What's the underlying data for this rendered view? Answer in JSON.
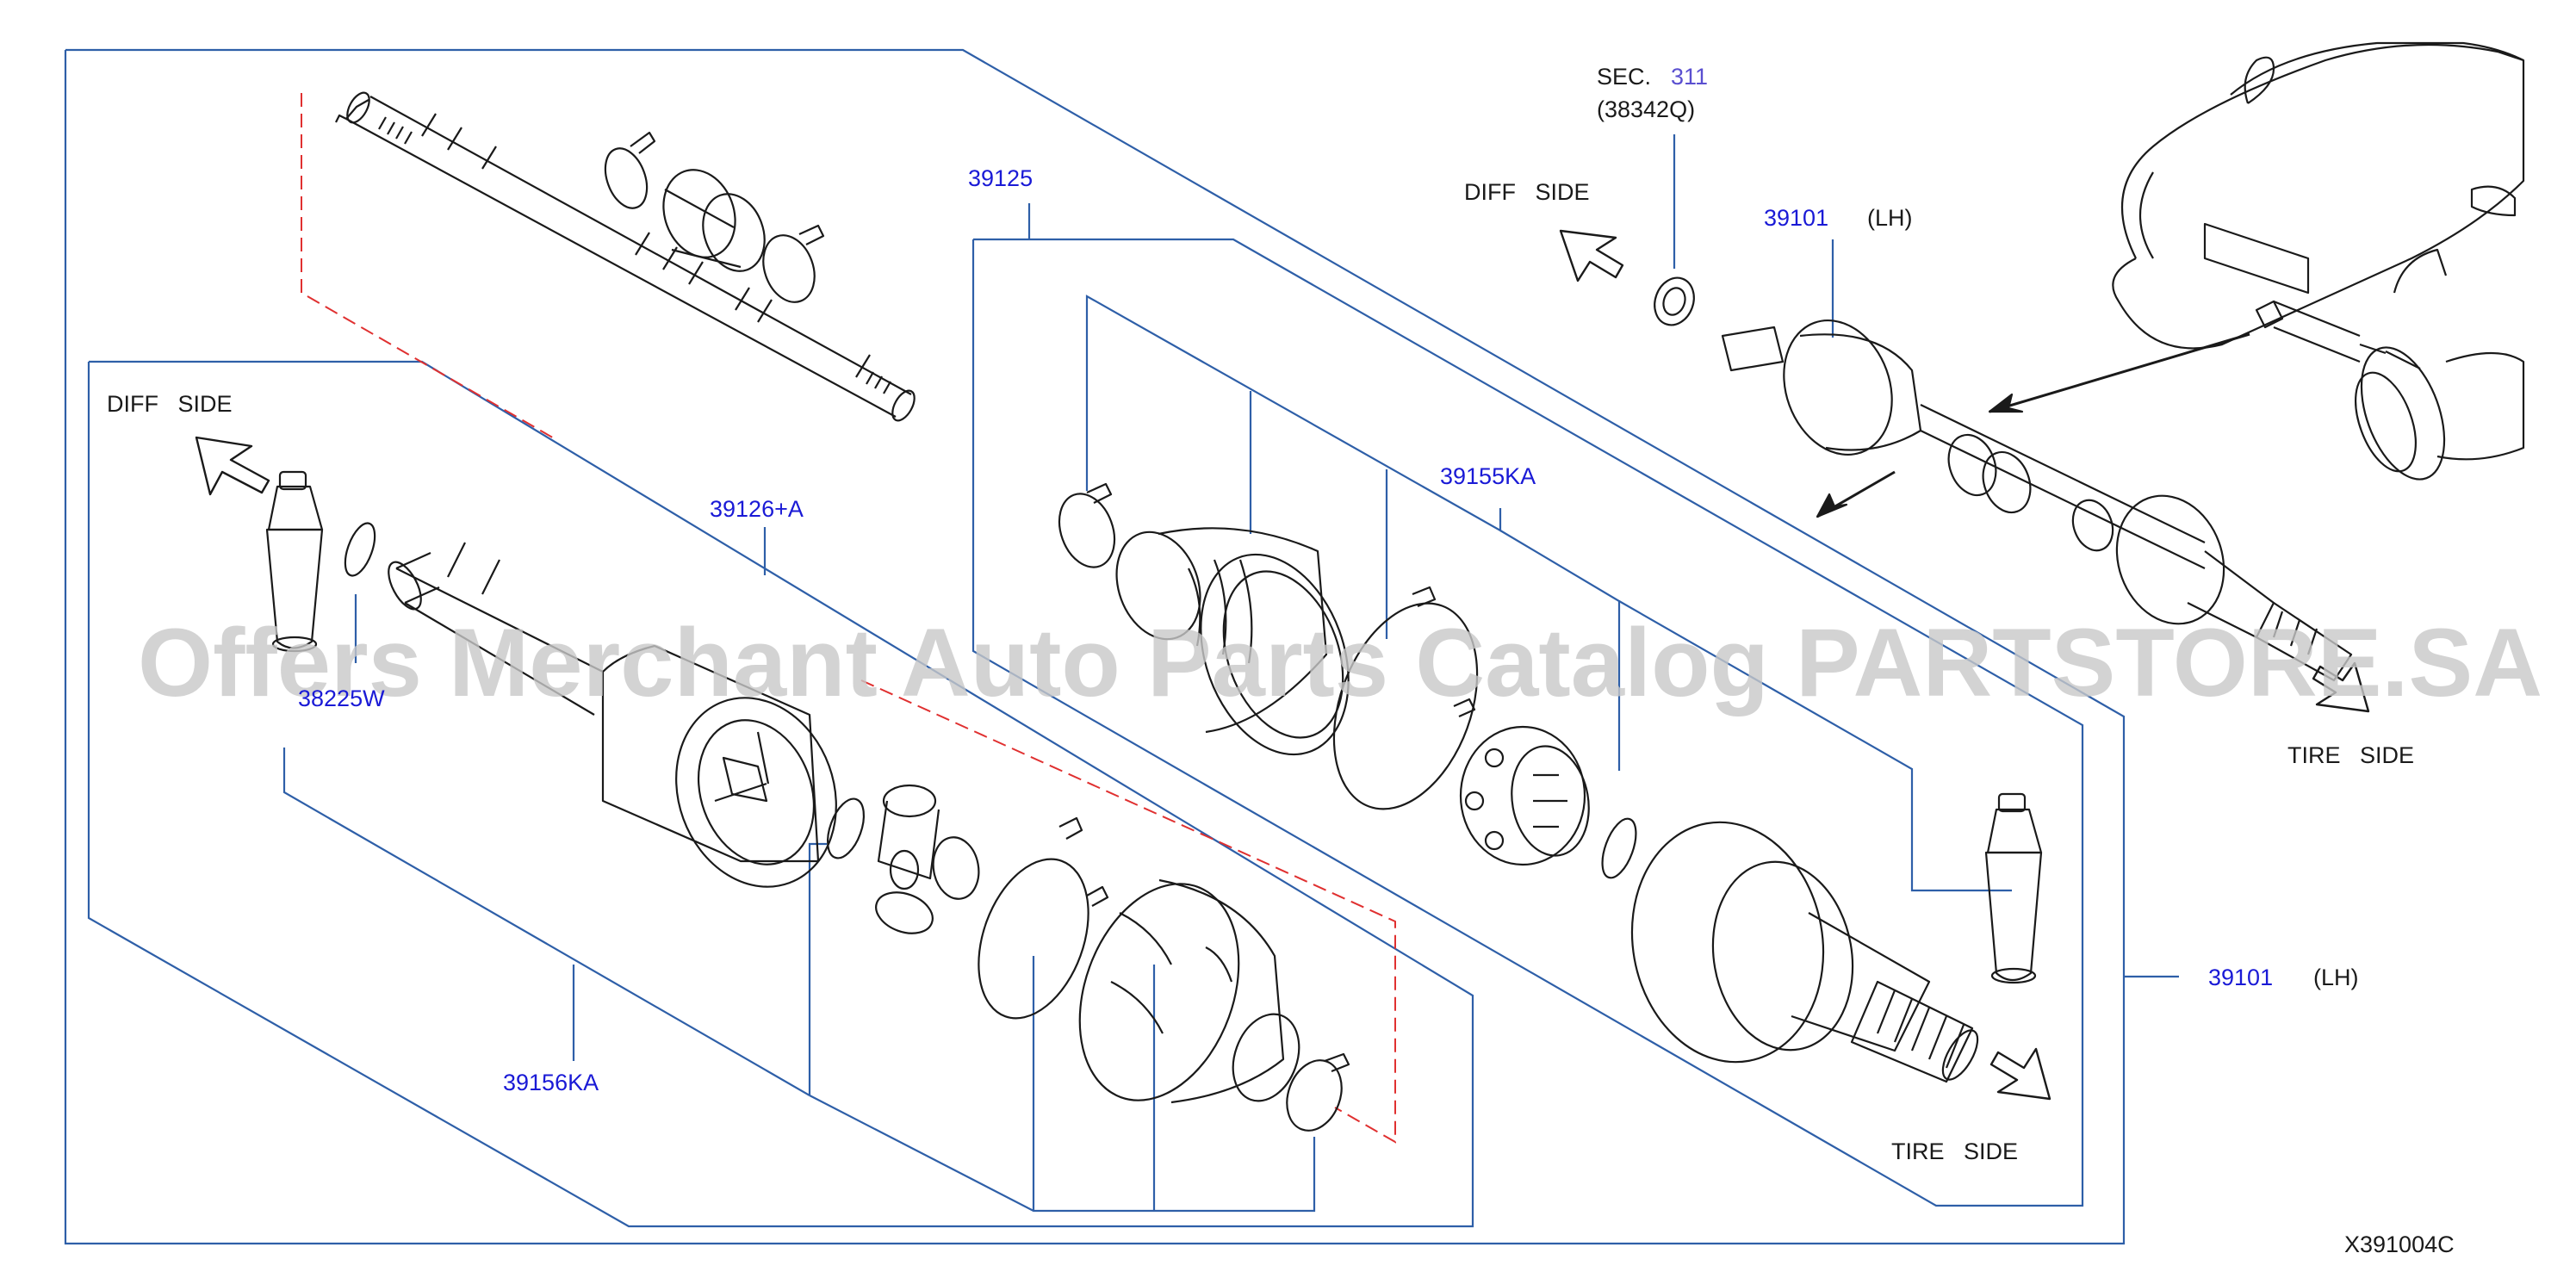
{
  "colors": {
    "frame": "#2e5fa8",
    "part_number": "#1a1ad6",
    "section_ref": "#5a4fd0",
    "phantom_line": "#e03030",
    "line_art": "#1a1a1a",
    "watermark": "#c8c8c8"
  },
  "labels": {
    "diff_side_left": "DIFF   SIDE",
    "diff_side_top": "DIFF   SIDE",
    "tire_side_bottom": "TIRE   SIDE",
    "tire_side_right": "TIRE   SIDE",
    "sec_prefix": "SEC.",
    "sec_number": "311",
    "sec_part": "(38342Q)",
    "lh_top": "(LH)",
    "lh_right": "(LH)"
  },
  "part_numbers": {
    "p39125": "39125",
    "p39126a": "39126+A",
    "p38225w": "38225W",
    "p39156ka": "39156KA",
    "p39155ka": "39155KA",
    "p39101_top": "39101",
    "p39101_right": "39101"
  },
  "figure_code": "X391004C",
  "watermark": "Offers Merchant Auto Parts Catalog PARTSTORE.SA",
  "icons": [
    "direction-arrow-icon",
    "car-front-icon",
    "grease-tube-icon",
    "boot-band-icon",
    "snap-ring-icon"
  ]
}
